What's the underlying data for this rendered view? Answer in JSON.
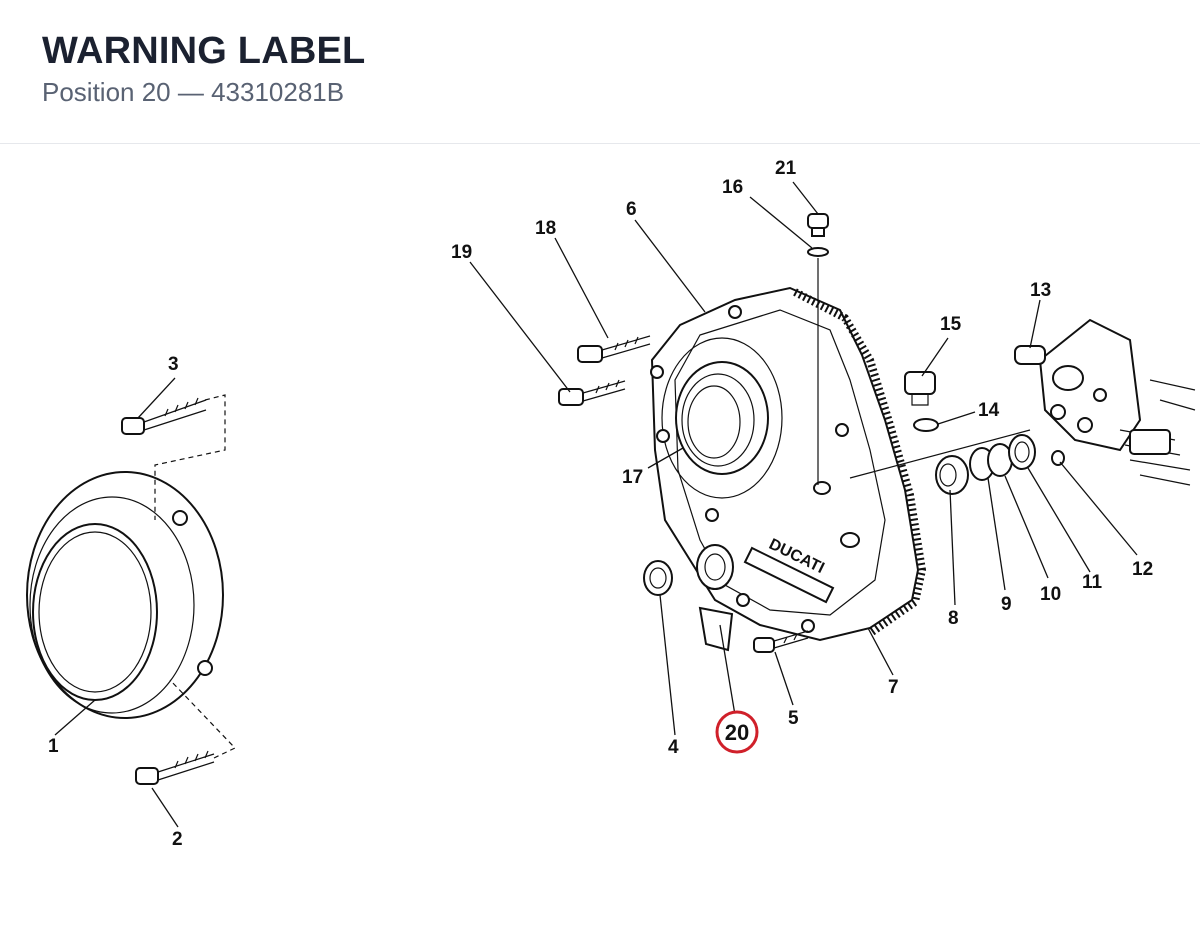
{
  "header": {
    "title": "WARNING LABEL",
    "subtitle": "Position 20 — 43310281B"
  },
  "colors": {
    "highlight": "#d0202a",
    "title": "#1b2130",
    "subtitle": "#596273"
  },
  "callouts": {
    "c1": "1",
    "c2": "2",
    "c3": "3",
    "c4": "4",
    "c5": "5",
    "c6": "6",
    "c7": "7",
    "c8": "8",
    "c9": "9",
    "c10": "10",
    "c11": "11",
    "c12": "12",
    "c13": "13",
    "c14": "14",
    "c15": "15",
    "c16": "16",
    "c17": "17",
    "c18": "18",
    "c19": "19",
    "c20": "20",
    "c21": "21"
  },
  "cover_logo": "DUCATI"
}
